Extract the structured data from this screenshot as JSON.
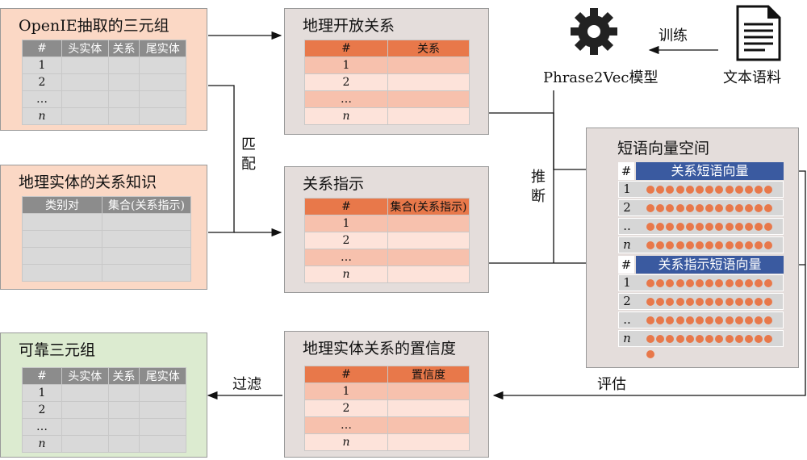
{
  "triples_box": {
    "title": "OpenIE抽取的三元组",
    "headers": [
      "#",
      "头实体",
      "关系",
      "尾实体"
    ],
    "rows": [
      "1",
      "2",
      "…",
      "n"
    ]
  },
  "knowledge_box": {
    "title": "地理实体的关系知识",
    "headers": [
      "类别对",
      "集合(关系指示)"
    ]
  },
  "open_relation_box": {
    "title": "地理开放关系",
    "headers": [
      "#",
      "关系"
    ],
    "rows": [
      "1",
      "2",
      "…",
      "n"
    ]
  },
  "indicator_box": {
    "title": "关系指示",
    "headers": [
      "#",
      "集合(关系指示)"
    ],
    "rows": [
      "1",
      "2",
      "…",
      "n"
    ]
  },
  "confidence_box": {
    "title": "地理实体关系的置信度",
    "headers": [
      "#",
      "置信度"
    ],
    "rows": [
      "1",
      "2",
      "…",
      "n"
    ]
  },
  "reliable_box": {
    "title": "可靠三元组",
    "headers": [
      "#",
      "头实体",
      "关系",
      "尾实体"
    ],
    "rows": [
      "1",
      "2",
      "…",
      "n"
    ]
  },
  "vector_space": {
    "title": "短语向量空间",
    "relation_header": {
      "hash": "#",
      "name": "关系短语向量"
    },
    "indicator_header": {
      "hash": "#",
      "name": "关系指示短语向量"
    },
    "rows": [
      "1",
      "2",
      "..",
      "n"
    ]
  },
  "model": {
    "label": "Phrase2Vec模型",
    "icon": "gear-icon"
  },
  "corpus": {
    "label": "文本语料",
    "icon": "document-icon"
  },
  "edges": {
    "train": "训练",
    "match": "匹配",
    "infer": "推断",
    "evaluate": "评估",
    "filter": "过滤"
  },
  "colors": {
    "peach": "#fbd8c5",
    "gray_panel": "#e4dddb",
    "green": "#dcebd0",
    "orange": "#e8784a",
    "blue": "#3a5aa0"
  }
}
